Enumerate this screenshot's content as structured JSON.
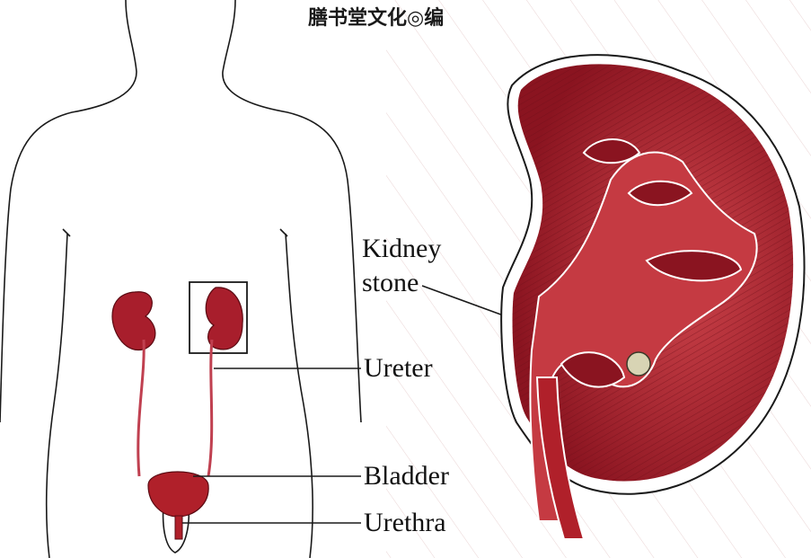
{
  "header": {
    "publisher": "膳书堂文化◎编"
  },
  "labels": {
    "kidney_stone_line1": "Kidney",
    "kidney_stone_line2": "stone",
    "ureter": "Ureter",
    "bladder": "Bladder",
    "urethra": "Urethra"
  },
  "colors": {
    "kidney_outer": "#7a0f1c",
    "kidney_mid": "#a81e2c",
    "kidney_inner": "#c53a42",
    "organ_red": "#b0202a",
    "outline": "#1a1a1a"
  }
}
